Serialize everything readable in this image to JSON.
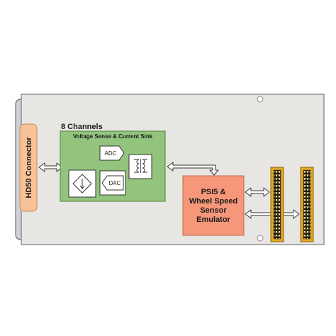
{
  "connector": {
    "label": "HD50 Connector"
  },
  "channels": {
    "label": "8 Channels"
  },
  "voltage_block": {
    "title": "Voltage Sense & Current Sink"
  },
  "adc": {
    "label": "ADC"
  },
  "dac": {
    "label": "DAC"
  },
  "emulator": {
    "lines": [
      "PSI5 &",
      "Wheel Speed",
      "Sensor",
      "Emulator"
    ]
  },
  "colors": {
    "board": "#e8e6e3",
    "connector": "#f7c298",
    "voltage_block": "#93c47d",
    "emulator": "#f6977a",
    "backplane_connector": "#e3a81c"
  }
}
